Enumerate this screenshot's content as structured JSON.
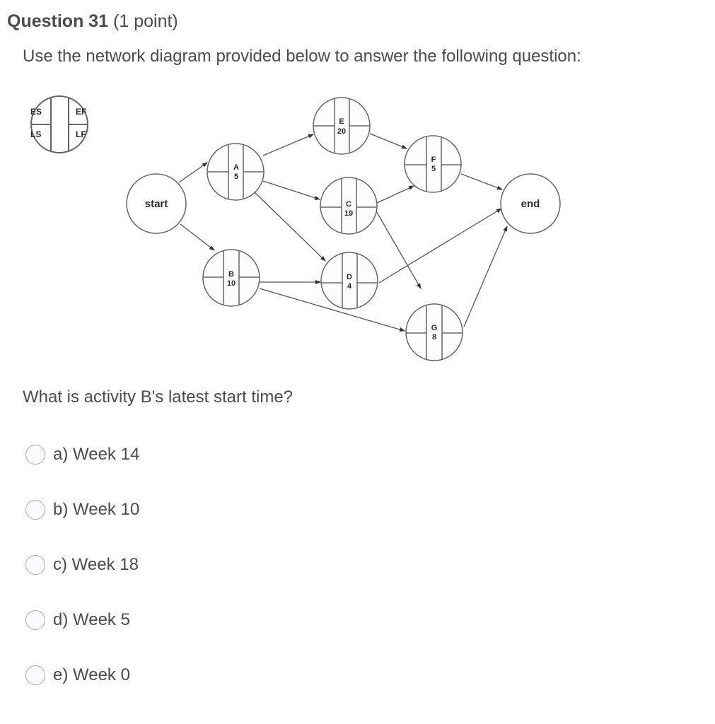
{
  "question": {
    "number_label": "Question 31",
    "points_label": "(1 point)",
    "intro": "Use the network diagram provided below to answer the following question:",
    "prompt": "What is activity B's latest start time?"
  },
  "diagram": {
    "legend": {
      "es": "ES",
      "ef": "EF",
      "ls": "LS",
      "lf": "LF"
    },
    "start_label": "start",
    "end_label": "end",
    "nodes": [
      {
        "id": "A",
        "duration": "5"
      },
      {
        "id": "B",
        "duration": "10"
      },
      {
        "id": "C",
        "duration": "19"
      },
      {
        "id": "D",
        "duration": "4"
      },
      {
        "id": "E",
        "duration": "20"
      },
      {
        "id": "F",
        "duration": "5"
      },
      {
        "id": "G",
        "duration": "8"
      }
    ],
    "edges": [
      [
        "start",
        "A"
      ],
      [
        "start",
        "B"
      ],
      [
        "A",
        "E"
      ],
      [
        "A",
        "C"
      ],
      [
        "A",
        "D"
      ],
      [
        "B",
        "D"
      ],
      [
        "B",
        "G"
      ],
      [
        "E",
        "F"
      ],
      [
        "C",
        "F"
      ],
      [
        "C",
        "G"
      ],
      [
        "F",
        "end"
      ],
      [
        "D",
        "end"
      ],
      [
        "G",
        "end"
      ]
    ]
  },
  "options": [
    {
      "label": "a) Week 14"
    },
    {
      "label": "b) Week 10"
    },
    {
      "label": "c) Week 18"
    },
    {
      "label": "d) Week 5"
    },
    {
      "label": "e) Week 0"
    }
  ],
  "colors": {
    "text": "#494c4e",
    "line": "#555555",
    "radio_border": "#a9a9ae"
  }
}
